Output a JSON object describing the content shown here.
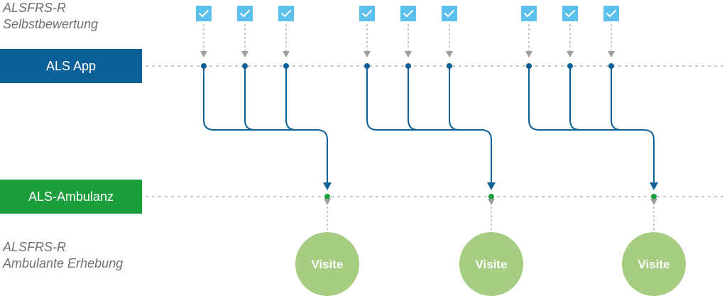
{
  "self_assessment": {
    "line1": "ALSFRS-R",
    "line2": "Selbstbewertung"
  },
  "outpatient_assessment": {
    "line1": "ALSFRS-R",
    "line2": "Ambulante Erhebung"
  },
  "lanes": {
    "app": "ALS App",
    "clinic": "ALS-Ambulanz"
  },
  "visit_label": "Visite",
  "colors": {
    "app_blue": "#0d6199",
    "clinic_green": "#1c9e3c",
    "checkbox_blue": "#5bc0ec",
    "visit_circle": "#a6cd82",
    "dashed_gray": "#b5b5b5",
    "arrow_gray": "#9e9e9e"
  },
  "icons": {
    "checkbox": "checkbox-checked-icon",
    "arrow": "arrow-down-icon"
  },
  "groups": [
    {
      "self_assessments": 3,
      "visits": 1
    },
    {
      "self_assessments": 3,
      "visits": 1
    },
    {
      "self_assessments": 3,
      "visits": 1
    }
  ]
}
